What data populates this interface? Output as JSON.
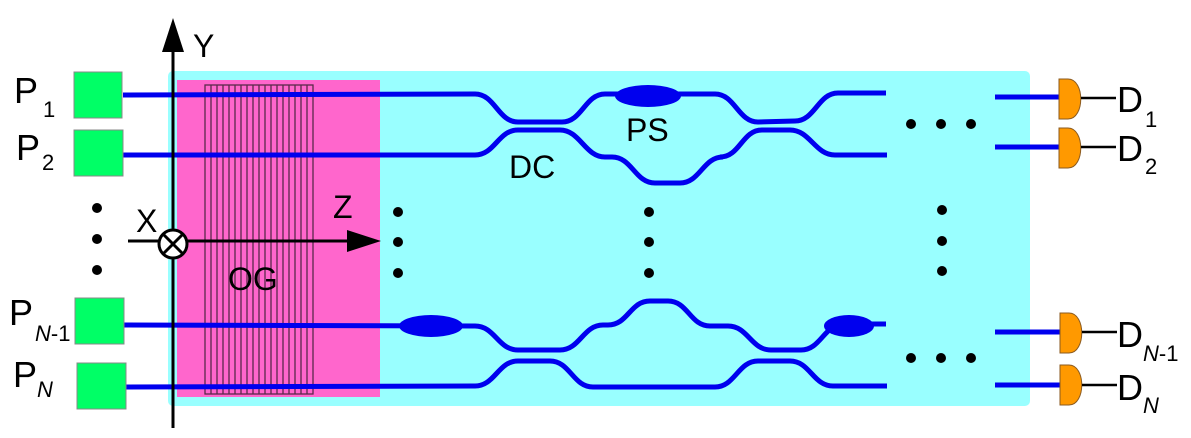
{
  "colors": {
    "chip": "#99ffff",
    "grating_region": "#ff66cc",
    "grating_lines": "#5a2a4a",
    "waveguide": "#0000ee",
    "source": "#00ff66",
    "detector": "#ff9900",
    "axis": "#000000"
  },
  "axes": {
    "y_label": "Y",
    "z_label": "Z",
    "x_label": "X"
  },
  "grating": {
    "label": "OG"
  },
  "components": {
    "directional_coupler_label": "DC",
    "phase_shifter_label": "PS"
  },
  "sources": [
    {
      "main": "P",
      "sub": "1",
      "sub_italic": false
    },
    {
      "main": "P",
      "sub": "2",
      "sub_italic": false
    },
    {
      "main": "P",
      "sub_n": "N",
      "sub_rest": "-1"
    },
    {
      "main": "P",
      "sub_n": "N",
      "sub_rest": ""
    }
  ],
  "detectors": [
    {
      "main": "D",
      "sub": "1"
    },
    {
      "main": "D",
      "sub": "2"
    },
    {
      "main": "D",
      "sub_n": "N",
      "sub_rest": "-1"
    },
    {
      "main": "D",
      "sub_n": "N",
      "sub_rest": ""
    }
  ],
  "ellipsis": "• • •"
}
